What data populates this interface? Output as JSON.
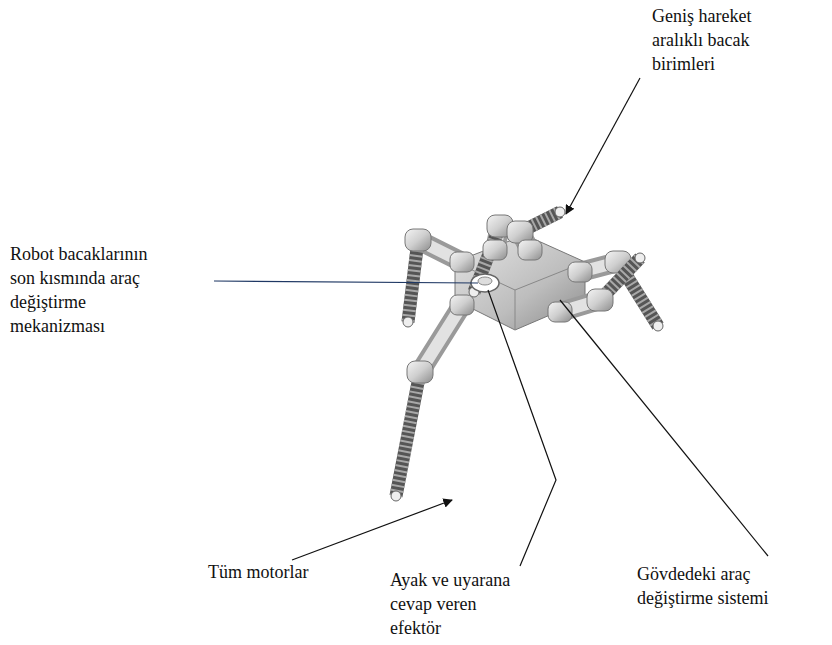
{
  "diagram": {
    "labels": [
      "Geniş hareket aralıklı bacak birimleri",
      "Robot bacaklarının son kısmında araç değiştirme mekanizması",
      "Tüm motorlar",
      "Ayak ve uyarana cevap veren efektör",
      "Gövdedeki araç değiştirme sistemi"
    ]
  }
}
